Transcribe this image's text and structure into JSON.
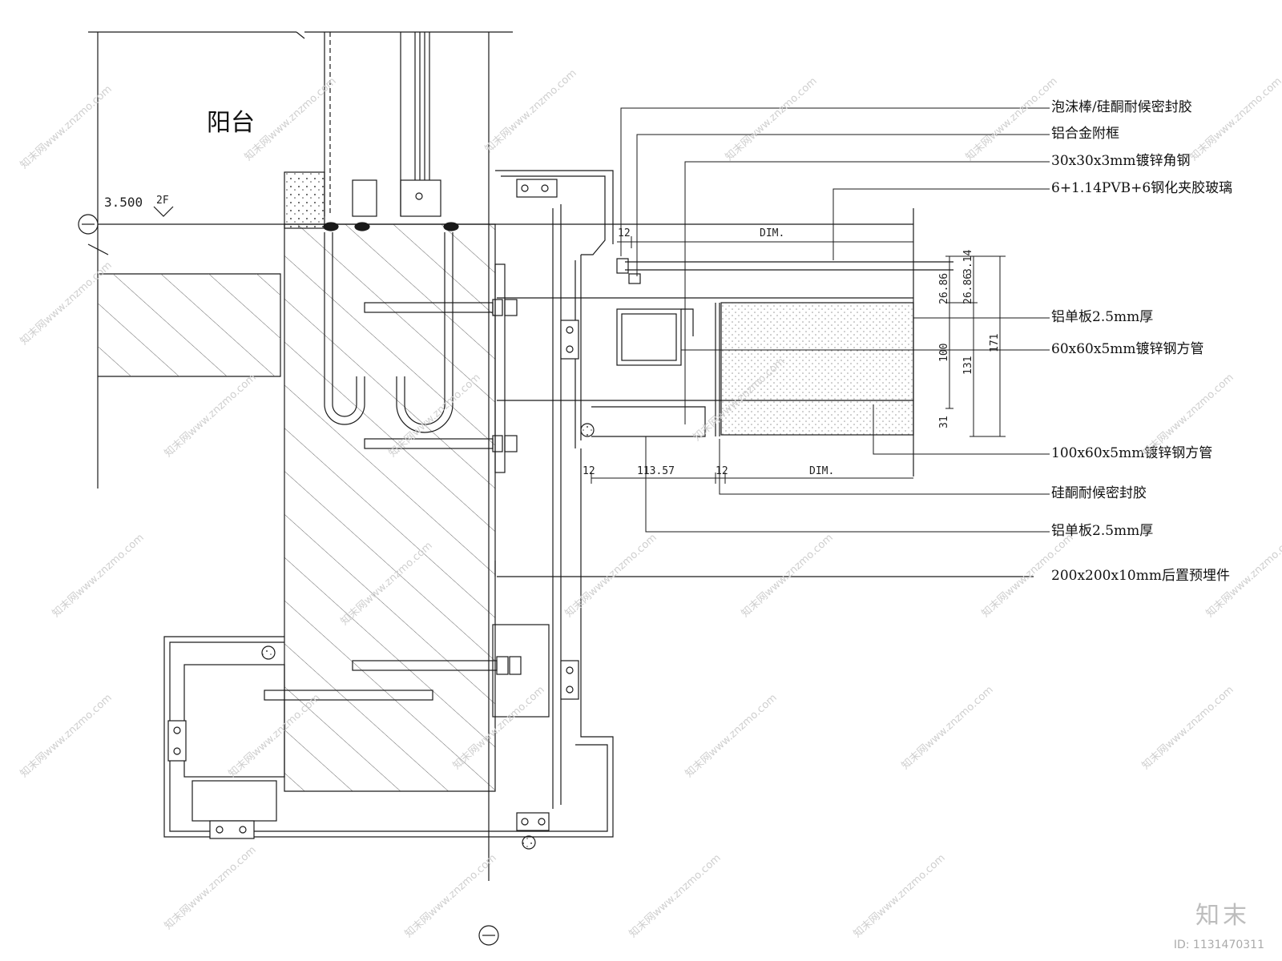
{
  "room_label": "阳台",
  "level": {
    "value": "3.500",
    "floor": "2F"
  },
  "callouts": [
    "泡沫棒/硅酮耐候密封胶",
    "铝合金附框",
    "30x30x3mm镀锌角钢",
    "6+1.14PVB+6钢化夹胶玻璃",
    "铝单板2.5mm厚",
    "60x60x5mm镀锌钢方管",
    "100x60x5mm镀锌钢方管",
    "硅酮耐候密封胶",
    "铝单板2.5mm厚",
    "200x200x10mm后置预埋件"
  ],
  "dimensions": {
    "top_gap": "12",
    "top_dim": "DIM.",
    "bottom_gap_left": "12",
    "bottom_width": "113.57",
    "bottom_gap_right": "12",
    "bottom_dim": "DIM.",
    "v_26_a": "26.86",
    "v_26_b": "26.86",
    "v_3_14": "3.14",
    "v_100": "100",
    "v_131": "131",
    "v_171": "171",
    "v_31": "31"
  },
  "watermark": {
    "text": "知末网www.znzmo.com",
    "logo": "知末",
    "id": "ID: 1131470311"
  },
  "colors": {
    "line": "#1a1a1a",
    "hatch": "#555555",
    "panel_dots": "#9a9a9a"
  }
}
